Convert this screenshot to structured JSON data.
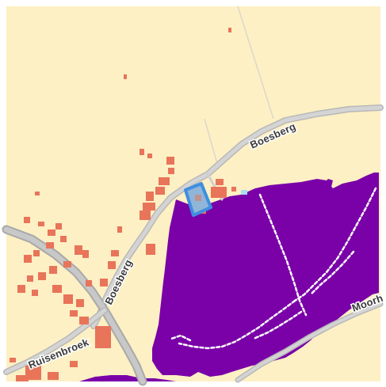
{
  "map": {
    "colors": {
      "land": "#fdf0c4",
      "road_major": "#c9c9c9",
      "road_major_edge": "#b2b2b2",
      "road_minor": "#d9d9d9",
      "path": "#dcd8cc",
      "building": "#e8745a",
      "flood_zone": "#7a00a8",
      "selected_parcel_fill": "#8fb5d8",
      "selected_parcel_stroke": "#3f8ee0",
      "water_hint": "#a8e0f0"
    },
    "labels": {
      "road_boesberg_north": "Boesberg",
      "road_boesberg_south": "Boesberg",
      "road_ruisenbroek": "Ruisenbroek",
      "road_moorhoek": "Moorh"
    }
  }
}
